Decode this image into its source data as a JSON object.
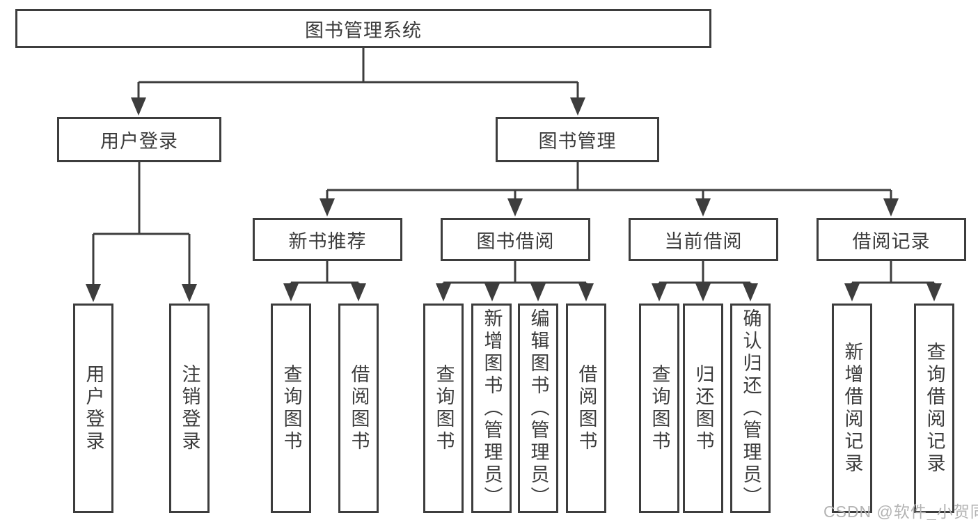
{
  "diagram_title": "图书管理系统",
  "colors": {
    "line": "#3d3d3d",
    "box_border": "#3d3d3d",
    "text": "#3c3c3c",
    "background": "#ffffff",
    "watermark": "#b3b3b3"
  },
  "tree": {
    "label": "图书管理系统",
    "children": [
      {
        "label": "用户登录",
        "children": [
          {
            "label": "用户登录"
          },
          {
            "label": "注销登录"
          }
        ]
      },
      {
        "label": "图书管理",
        "children": [
          {
            "label": "新书推荐",
            "children": [
              {
                "label": "查询图书"
              },
              {
                "label": "借阅图书"
              }
            ]
          },
          {
            "label": "图书借阅",
            "children": [
              {
                "label": "查询图书"
              },
              {
                "label": "新增图书（管理员）"
              },
              {
                "label": "编辑图书（管理员）"
              },
              {
                "label": "借阅图书"
              }
            ]
          },
          {
            "label": "当前借阅",
            "children": [
              {
                "label": "查询图书"
              },
              {
                "label": "归还图书"
              },
              {
                "label": "确认归还（管理员）"
              }
            ]
          },
          {
            "label": "借阅记录",
            "children": [
              {
                "label": "新增借阅记录"
              },
              {
                "label": "查询借阅记录"
              }
            ]
          }
        ]
      }
    ]
  },
  "watermark": {
    "text": "CSDN @软件_小贺同学"
  }
}
